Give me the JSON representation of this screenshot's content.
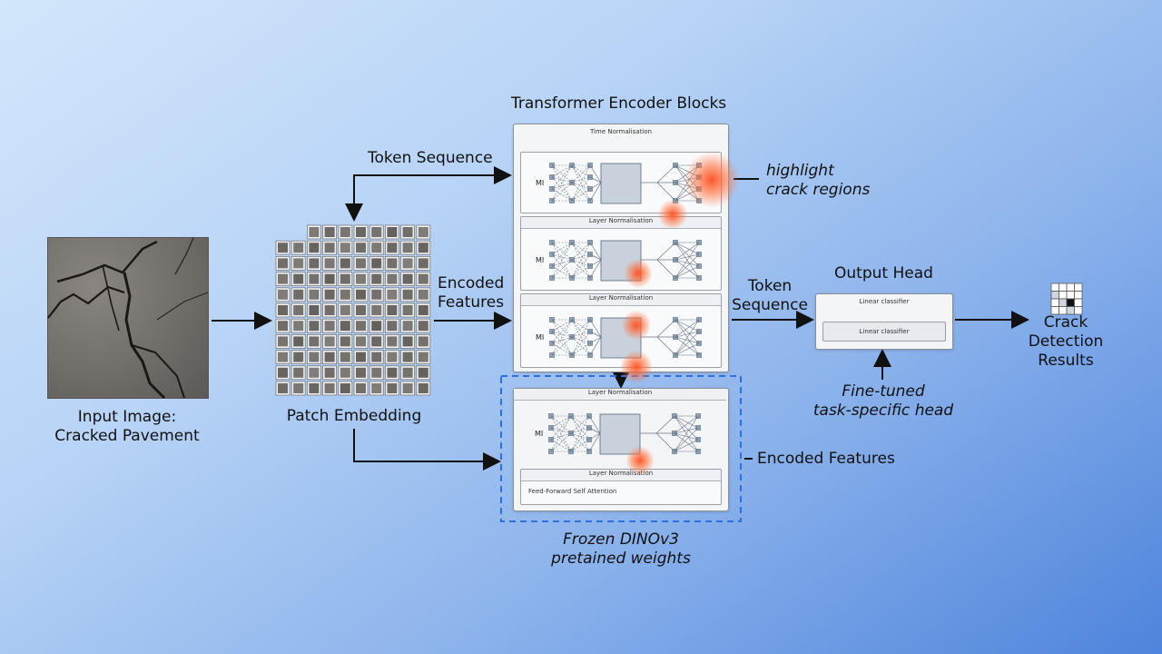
{
  "input": {
    "label_line1": "Input Image:",
    "label_line2": "Cracked Pavement"
  },
  "patch": {
    "label": "Patch Embedding"
  },
  "labels": {
    "token_sequence_top": "Token Sequence",
    "encoded_features_left_1": "Encoded",
    "encoded_features_left_2": "Features",
    "token_sequence_right_1": "Token",
    "token_sequence_right_2": "Sequence",
    "highlight_1": "highlight",
    "highlight_2": "crack regions",
    "encoded_features_right": "Encoded Features",
    "frozen_1": "Frozen DINOv3",
    "frozen_2": "pretained weights",
    "finetuned_1": "Fine-tuned",
    "finetuned_2": "task-specific head"
  },
  "encoder": {
    "title": "Transformer Encoder Blocks",
    "block1_header": "Time Normalisation",
    "block2_header": "Layer Normalisation",
    "block3_header": "Layer Normalisation",
    "block4_header": "Layer Normalisation",
    "block4_norm2": "Layer Normalisation",
    "block4_ff": "Feed-Forward Self Attention",
    "mlp": "MI"
  },
  "output_head": {
    "title": "Output Head",
    "header": "Linear classifier",
    "inner": "Linear classifier"
  },
  "result": {
    "line1": "Crack",
    "line2": "Detection",
    "line3": "Results"
  },
  "colors": {
    "accent_dashed": "#2f6fde",
    "glow": "#ff5a1e",
    "panel_border": "#8a8f96"
  }
}
